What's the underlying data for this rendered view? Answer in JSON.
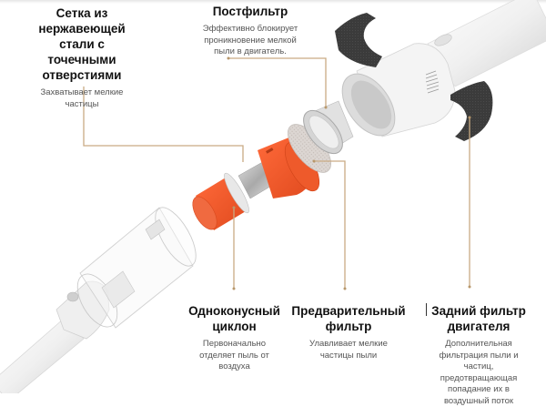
{
  "callouts": [
    {
      "id": "mesh",
      "title": "Сетка из нержавеющей стали с точечными отверстиями",
      "title_lines": [
        "Сетка из",
        "нержавеющей",
        "стали с",
        "точечными",
        "отверстиями"
      ],
      "desc_lines": [
        "Захватывает мелкие",
        "частицы"
      ]
    },
    {
      "id": "postfilter",
      "title_lines": [
        "Постфильтр"
      ],
      "desc_lines": [
        "Эффективно блокирует",
        "проникновение мелкой",
        "пыли в двигатель."
      ]
    },
    {
      "id": "cyclone",
      "title_lines": [
        "Одноконусный",
        "циклон"
      ],
      "desc_lines": [
        "Первоначально",
        "отделяет пыль от",
        "воздуха"
      ]
    },
    {
      "id": "prefilter",
      "title_lines": [
        "Предварительный",
        "фильтр"
      ],
      "desc_lines": [
        "Улавливает мелкие",
        "частицы пыли"
      ]
    },
    {
      "id": "rear-filter",
      "title_lines": [
        "Задний фильтр",
        "двигателя"
      ],
      "desc_lines": [
        "Дополнительная",
        "фильтрация пыли и",
        "частиц,",
        "предотвращающая",
        "попадание их в",
        "воздушный поток"
      ]
    }
  ],
  "colors": {
    "leader_line": "#c9ab84",
    "cyclone_orange": "#ef5a2c",
    "foam_dark": "#3a3a3a",
    "body_white": "#f2f2f2",
    "title_text": "#111111",
    "desc_text": "#555555"
  },
  "icons": {
    "parts": [
      "stainless-mesh",
      "cyclone-cone",
      "pre-filter-disc",
      "post-filter-cup",
      "motor-housing",
      "rear-foam-filter",
      "dust-bin",
      "handle-tube"
    ]
  }
}
